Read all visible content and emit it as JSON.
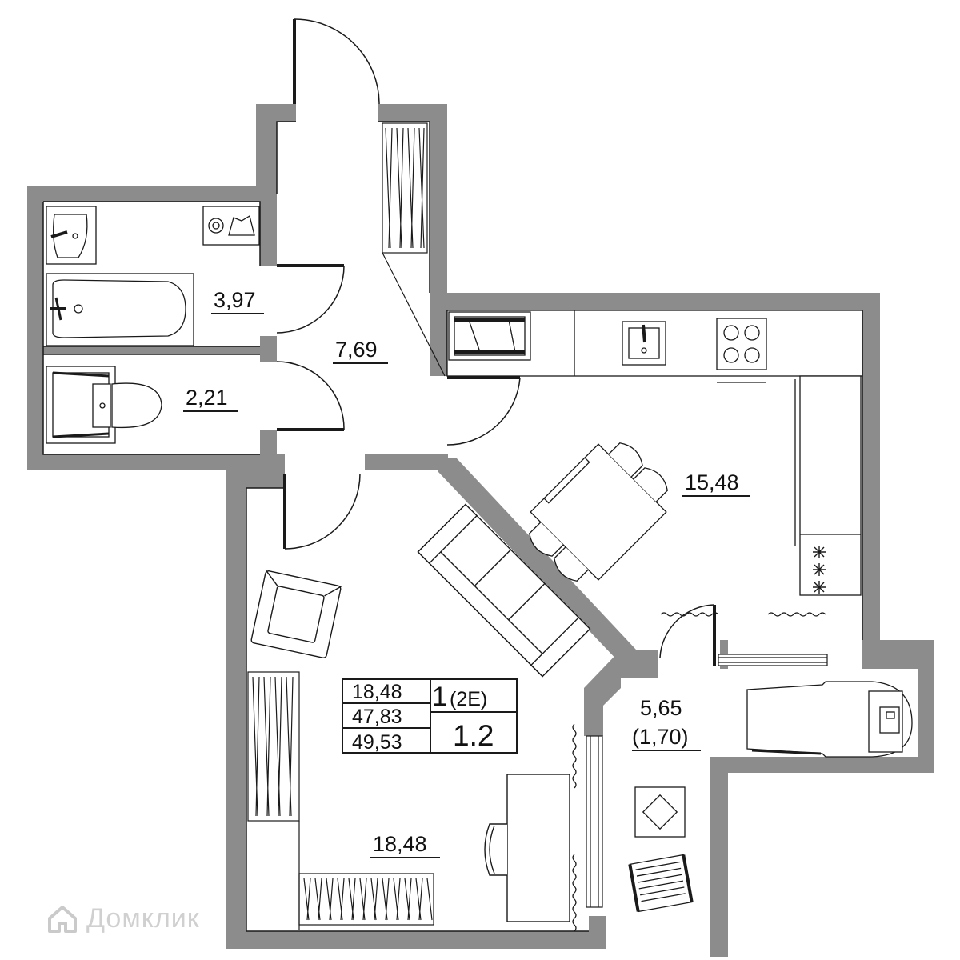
{
  "colors": {
    "wall": "#8c8c8c",
    "line": "#1a1a1a",
    "background": "#ffffff"
  },
  "rooms": {
    "bathroom": "3,97",
    "toilet": "2,21",
    "hallway": "7,69",
    "kitchen": "15,48",
    "living": "18,48",
    "balcony_area": "5,65",
    "balcony_reduced": "(1,70)"
  },
  "summary": {
    "living_area": "18,48",
    "total_area": "47,83",
    "total_with_balcony": "49,53",
    "rooms_count": "1",
    "rooms_type": "(2E)",
    "plan_code": "1.2"
  },
  "watermark": {
    "text": "Домклик",
    "icon": "house-logo-icon"
  }
}
